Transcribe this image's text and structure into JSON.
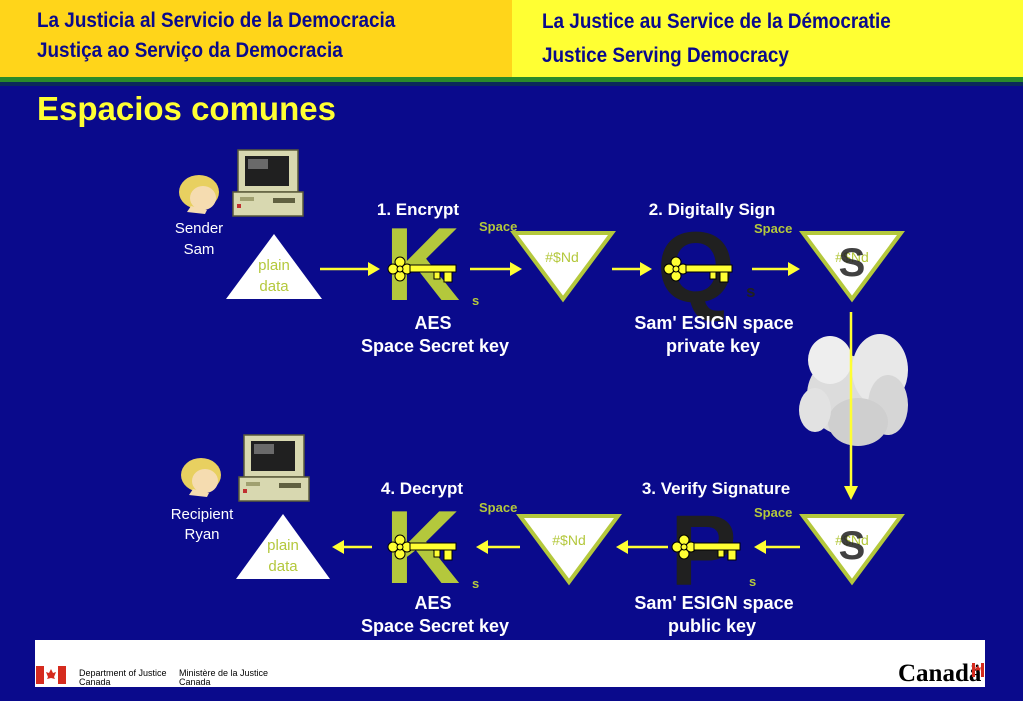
{
  "header": {
    "left_line1": "La Justicia al Servicio de la Democracia",
    "left_line2": "Justiça ao Serviço da Democracia",
    "right_line1": "La Justice au Service de la Démocratie",
    "right_line2": "Justice Serving Democracy"
  },
  "title": "Espacios comunes",
  "sender": {
    "line1": "Sender",
    "line2": "Sam"
  },
  "recipient": {
    "line1": "Recipient",
    "line2": "Ryan"
  },
  "plain": {
    "line1": "plain",
    "line2": "data"
  },
  "cipher_text": "#$Nd",
  "space_label": "Space",
  "subscript_s": "s",
  "steps": {
    "encrypt": {
      "title": "1. Encrypt",
      "line1": "AES",
      "line2": "Space Secret key",
      "letter": "K"
    },
    "sign": {
      "title": "2. Digitally Sign",
      "line1": "Sam' ESIGN space",
      "line2": "private key",
      "letter": "Q"
    },
    "verify": {
      "title": "3. Verify Signature",
      "line1": "Sam' ESIGN space",
      "line2": "public key",
      "letter": "P"
    },
    "decrypt": {
      "title": "4. Decrypt",
      "line1": "AES",
      "line2": "Space Secret key",
      "letter": "K"
    }
  },
  "signed_letter": "S",
  "footer": {
    "dept_en_1": "Department of Justice",
    "dept_en_2": "Canada",
    "dept_fr_1": "Ministère de la Justice",
    "dept_fr_2": "Canada",
    "wordmark": "Canadä"
  },
  "colors": {
    "background": "#0a0a8c",
    "header_left": "#ffd51a",
    "header_right": "#ffff33",
    "accent": "#ffff33",
    "key_green": "#b4c83c",
    "text_white": "#ffffff"
  }
}
